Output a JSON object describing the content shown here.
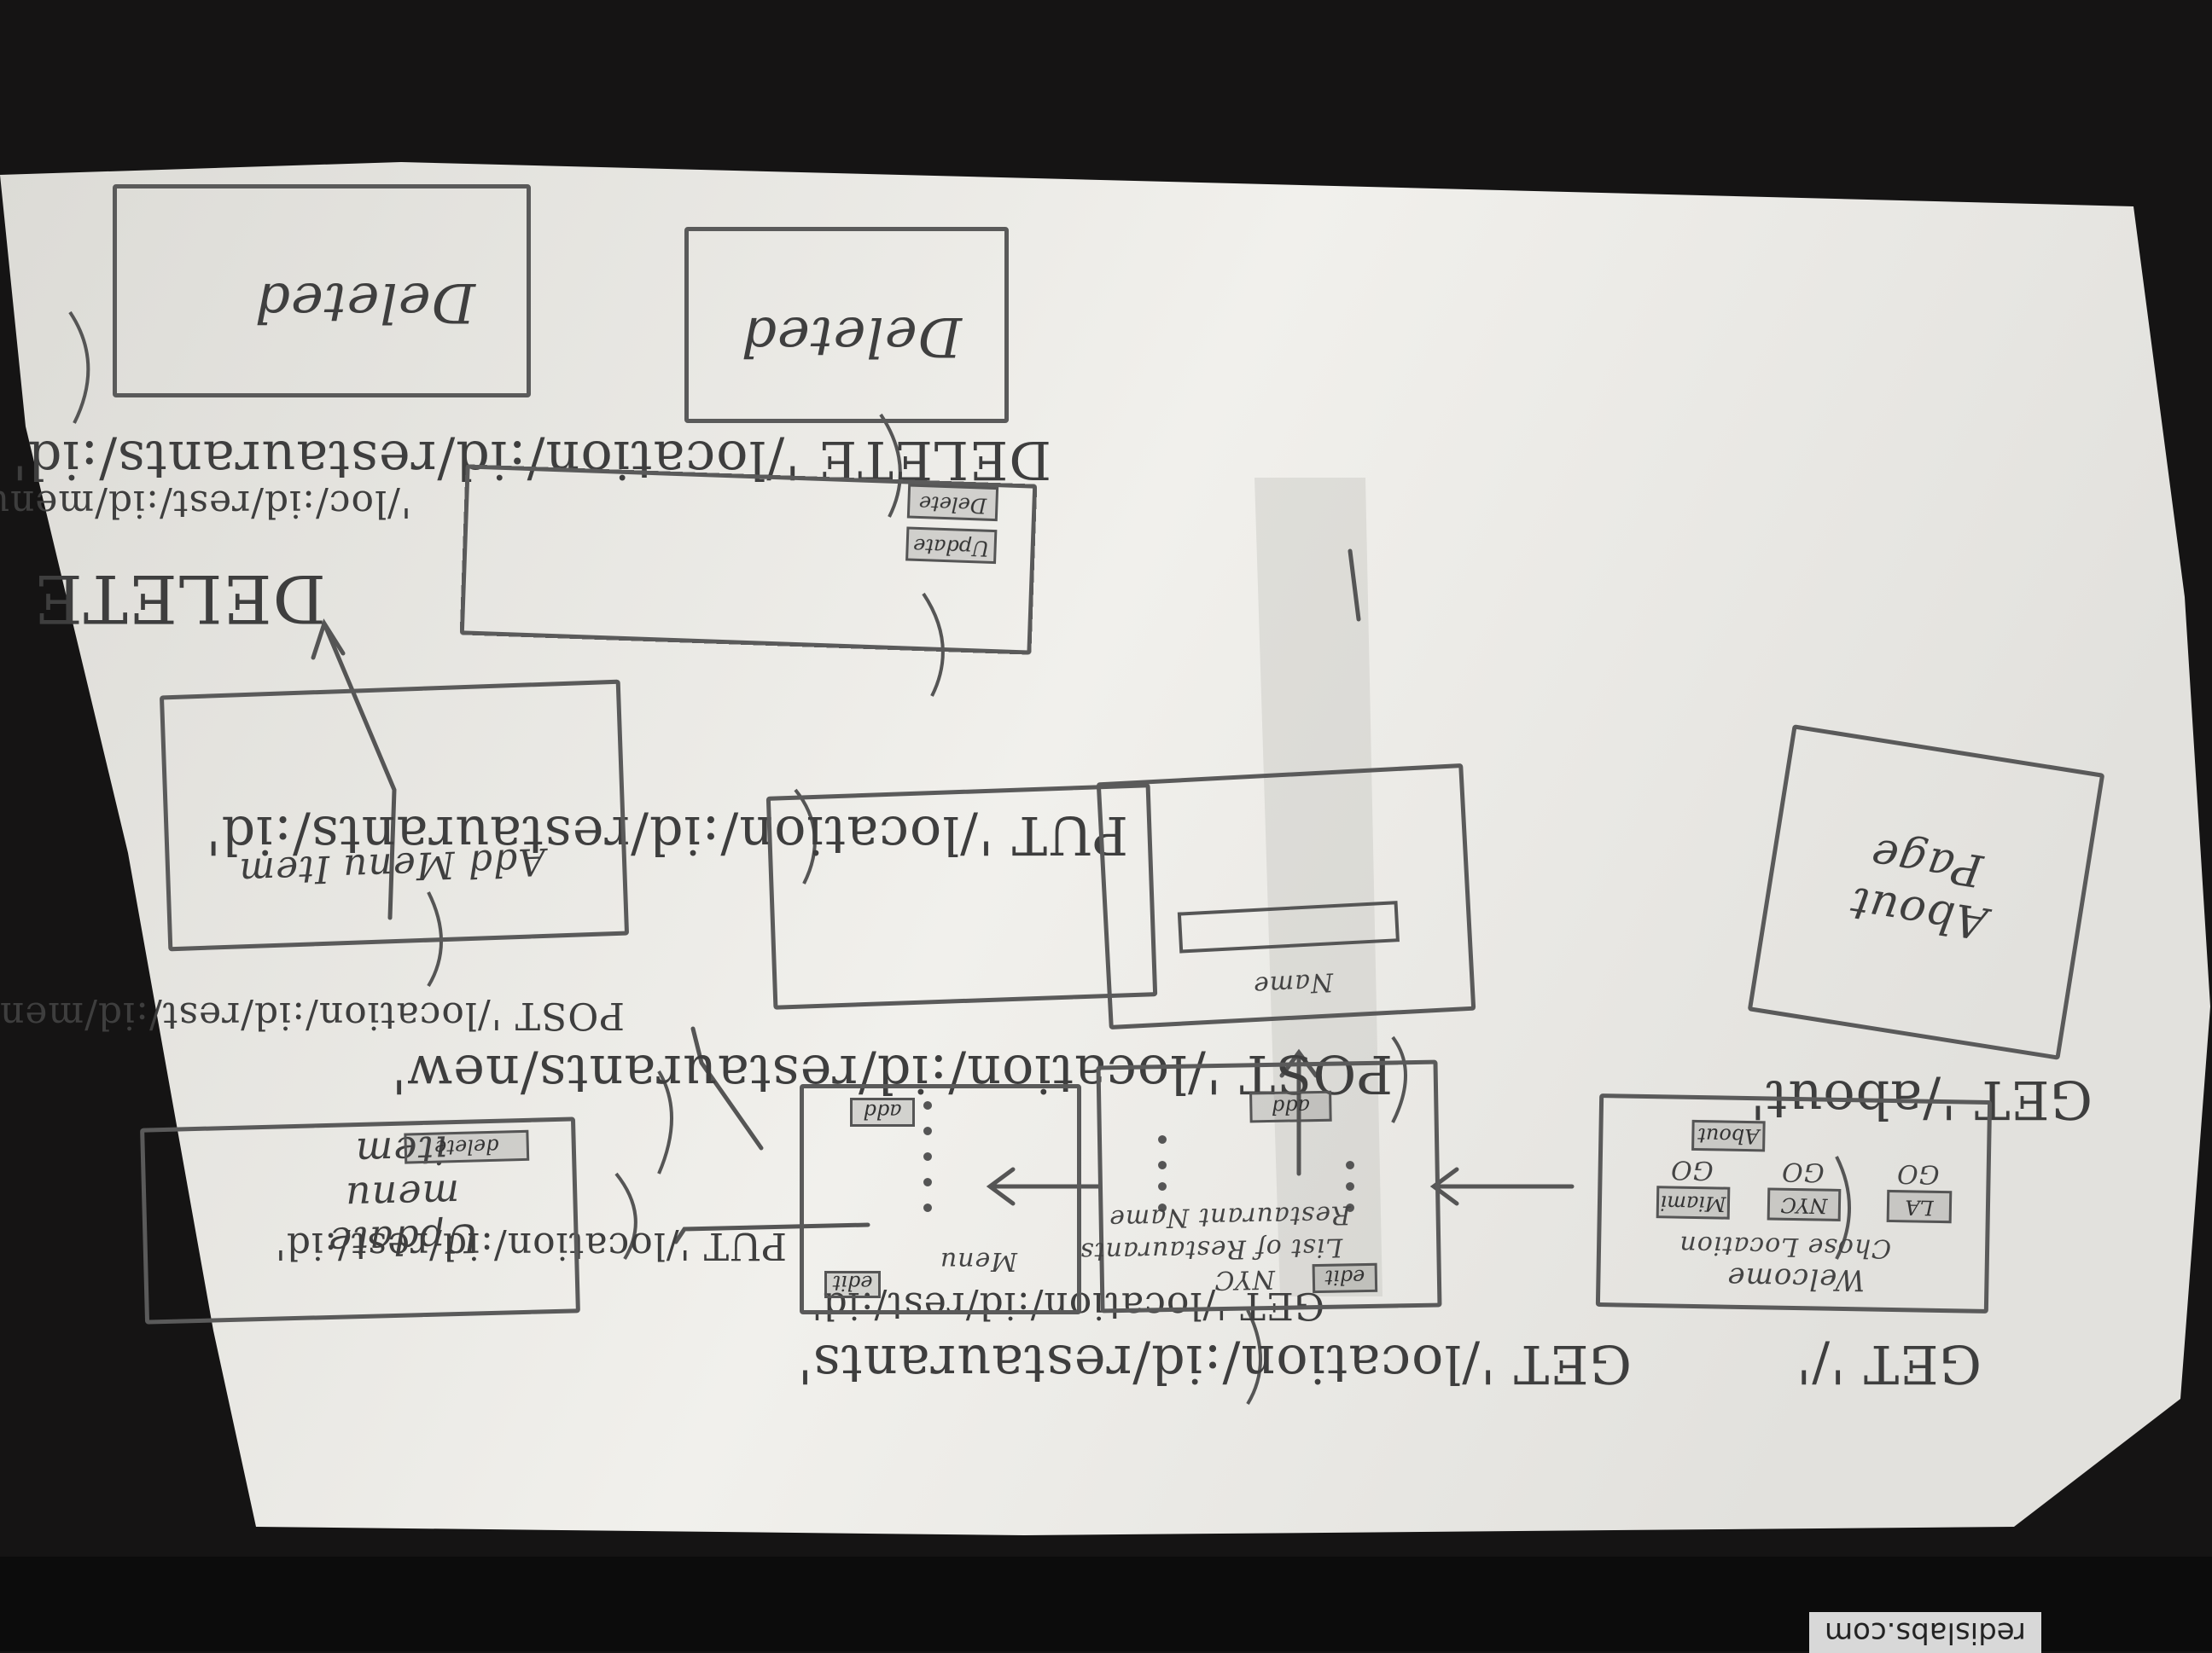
{
  "routes": {
    "get_root": "GET '/'",
    "get_about": "GET '/about'",
    "get_restaurants": "GET '/location/:id/restaurants'",
    "post_restaurant": "POST '/location/:id/restaurants/new'",
    "put_restaurant": "PUT '/location/:id/restaurants/:id'",
    "delete_restaurant": "DELETE '/location/:id/restaurants/:id'",
    "get_menu": "GET '/location/:id/rest/:id'",
    "put_menu_item": "PUT '/location/:id/rest/:id'",
    "post_menu_item": "POST '/location/:id/rest/:id/menu/'",
    "delete_menu_item": "DELETE",
    "delete_menu_item_path": "'/loc/:id/rest/:id/menu/:id'"
  },
  "screens": {
    "welcome": {
      "title": "Welcome",
      "subtitle": "Chose Location",
      "locations": [
        {
          "label": "LA",
          "sub": "GO"
        },
        {
          "label": "NYC",
          "sub": "GO"
        },
        {
          "label": "Miami",
          "sub": "GO"
        }
      ],
      "about_button": "About"
    },
    "about": {
      "title": "About Page"
    },
    "restaurant_list": {
      "city": "NYC",
      "title": "List of Restaurants",
      "item": "Restaurant Name",
      "add_button": "add",
      "edit_button": "edit"
    },
    "new_restaurant": {
      "field_label": "Name"
    },
    "edit_restaurant": {
      "update_button": "Update",
      "delete_button": "Delete"
    },
    "deleted_restaurant": {
      "title": "Deleted"
    },
    "menu": {
      "title": "Menu",
      "add_button": "add",
      "edit_button": "edit"
    },
    "update_menu_item": {
      "title": "Update menu item",
      "delete_button": "delete"
    },
    "add_menu_item": {
      "title": "Add Menu Item"
    },
    "deleted_menu_item": {
      "title": "Deleted"
    }
  },
  "watermark": "redislabs.com",
  "colors": {
    "paper": "#e9e8e4",
    "pencil": "#4a4a4a",
    "background": "#151414"
  }
}
